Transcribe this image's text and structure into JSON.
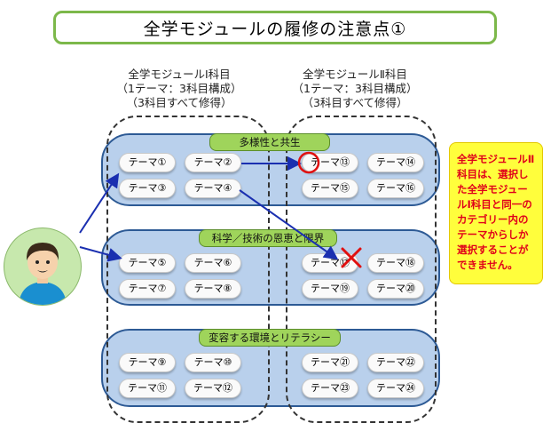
{
  "title": "全学モジュールの履修の注意点①",
  "columns": {
    "left": {
      "line1": "全学モジュールⅠ科目",
      "line2": "（1テーマ：3科目構成）",
      "line3": "（3科目すべて修得）"
    },
    "right": {
      "line1": "全学モジュールⅡ科目",
      "line2": "（1テーマ：3科目構成）",
      "line3": "（3科目すべて修得）"
    }
  },
  "groups": [
    {
      "label": "多様性と共生",
      "left": [
        "テーマ①",
        "テーマ②",
        "テーマ③",
        "テーマ④"
      ],
      "right": [
        "テーマ⑬",
        "テーマ⑭",
        "テーマ⑮",
        "テーマ⑯"
      ]
    },
    {
      "label": "科学／技術の恩恵と限界",
      "left": [
        "テーマ⑤",
        "テーマ⑥",
        "テーマ⑦",
        "テーマ⑧"
      ],
      "right": [
        "テーマ⑰",
        "テーマ⑱",
        "テーマ⑲",
        "テーマ⑳"
      ]
    },
    {
      "label": "変容する環境とリテラシー",
      "left": [
        "テーマ⑨",
        "テーマ⑩",
        "テーマ⑪",
        "テーマ⑫"
      ],
      "right": [
        "テーマ㉑",
        "テーマ㉒",
        "テーマ㉓",
        "テーマ㉔"
      ]
    }
  ],
  "note": "全学モジュールⅡ科目は、選択した全学モジュールⅠ科目と同一のカテゴリー内のテーマからしか選択することができません。",
  "colors": {
    "title_border": "#7cb84a",
    "group_fill": "#b9d0ec",
    "group_border": "#2d5a95",
    "label_fill": "#9fd45b",
    "note_fill": "#fffe3c",
    "note_text": "#e0001a",
    "arrow": "#1a2fb0",
    "mark": "#e01010"
  }
}
